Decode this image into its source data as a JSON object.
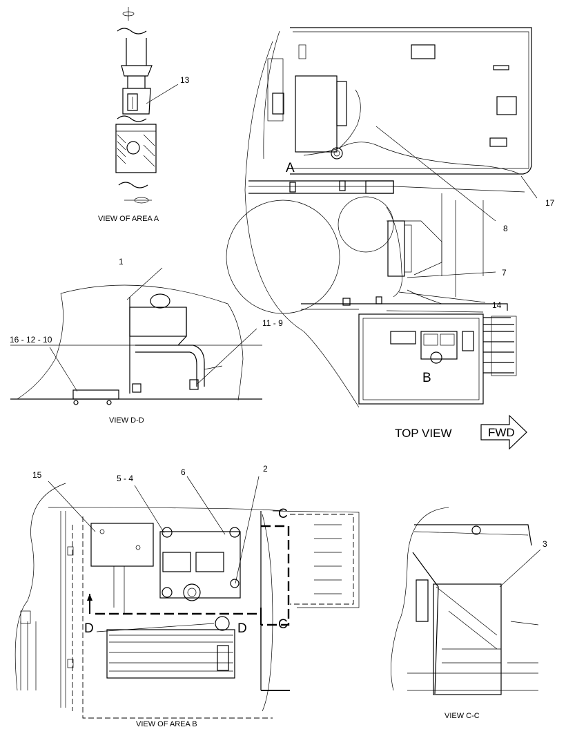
{
  "callouts": {
    "n13": "13",
    "n17": "17",
    "n8": "8",
    "n7": "7",
    "n14": "14",
    "n1": "1",
    "n11_9": "11 - 9",
    "n16_12_10": "16 - 12 - 10",
    "n15": "15",
    "n5_4": "5 - 4",
    "n6": "6",
    "n2": "2",
    "n3": "3"
  },
  "markers": {
    "area_a": "A",
    "area_b": "B",
    "d_left": "D",
    "d_right": "D",
    "c_top": "C",
    "c_bottom": "C"
  },
  "captions": {
    "view_area_a": "VIEW OF AREA A",
    "view_d_d": "VIEW D-D",
    "top_view": "TOP VIEW",
    "fwd": "FWD",
    "view_area_b": "VIEW OF AREA B",
    "view_c_c": "VIEW C-C"
  }
}
